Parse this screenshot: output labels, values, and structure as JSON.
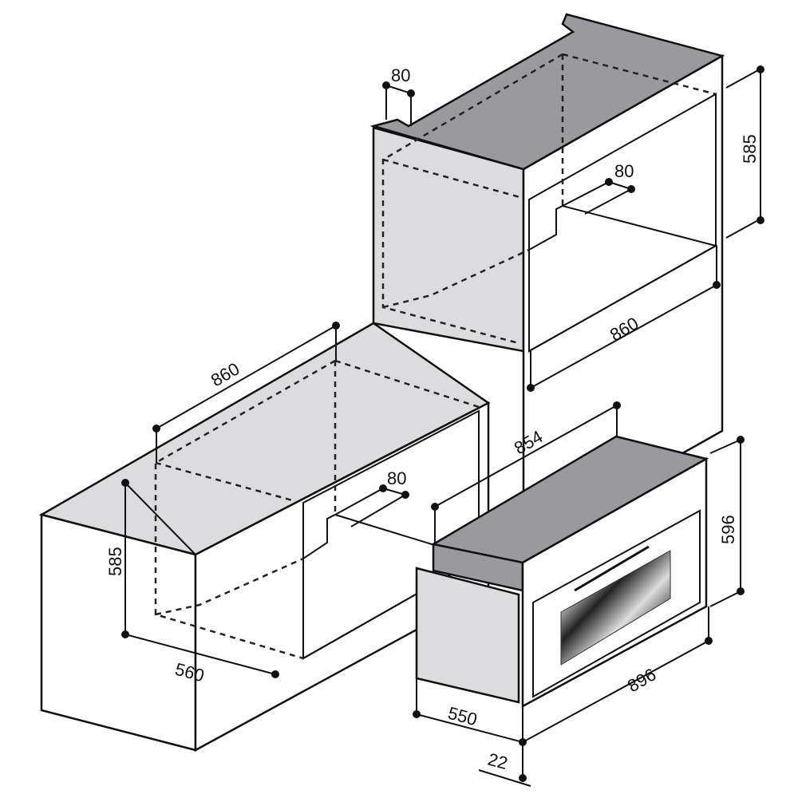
{
  "diagram": {
    "colors": {
      "top_dark": "#9a9a9e",
      "side_light": "#dcdcde",
      "niche_floor": "#c4c4c6",
      "face": "#ffffff",
      "line": "#111111"
    },
    "upper_cabinet": {
      "gap_top": "80",
      "niche_height": "585",
      "niche_gap": "80",
      "width": "860"
    },
    "lower_cabinet": {
      "width": "860",
      "niche_gap": "80",
      "niche_height": "585",
      "depth": "560"
    },
    "oven": {
      "depth_top": "854",
      "height": "596",
      "width": "896",
      "depth": "550",
      "door_thickness": "22"
    }
  }
}
